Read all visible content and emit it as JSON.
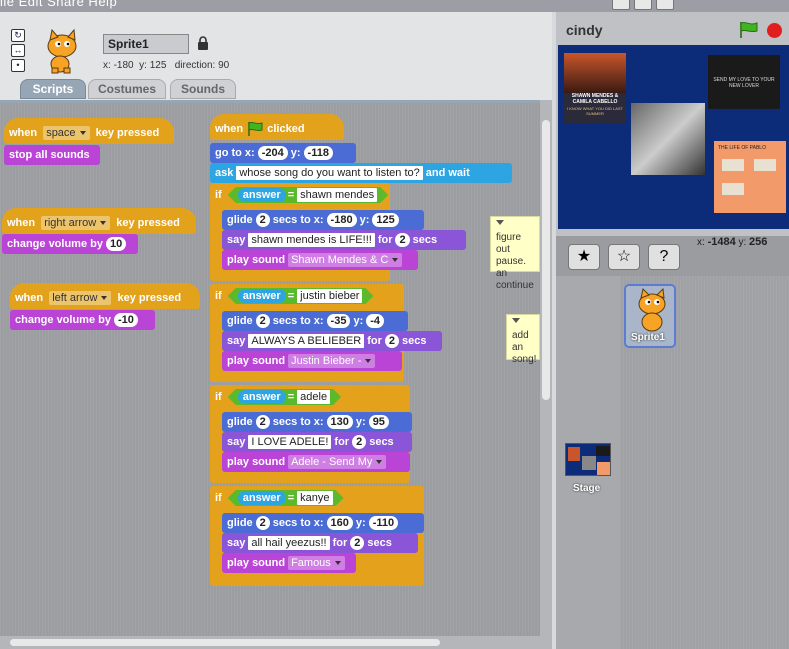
{
  "menu": {
    "partial_text": "ile  Edit  Share  Help"
  },
  "sprite": {
    "name": "Sprite1",
    "x_label": "x:",
    "x_value": "-180",
    "y_label": "y:",
    "y_value": "125",
    "direction_label": "direction:",
    "direction_value": "90"
  },
  "tabs": [
    {
      "label": "Scripts"
    },
    {
      "label": "Costumes"
    },
    {
      "label": "Sounds"
    }
  ],
  "scripts": {
    "s1": {
      "when": "when",
      "key": "space",
      "rest": "key pressed",
      "action": "stop all sounds"
    },
    "s2": {
      "when": "when",
      "key": "right arrow",
      "rest": "key pressed",
      "action": "change volume by",
      "value": "10"
    },
    "s3": {
      "when": "when",
      "key": "left arrow",
      "rest": "key pressed",
      "action": "change volume by",
      "value": "-10"
    },
    "main": {
      "hat_when": "when",
      "hat_clicked": "clicked",
      "goto": "go to x:",
      "goto_x": "-204",
      "goto_y_label": "y:",
      "goto_y": "-118",
      "ask": "ask",
      "ask_text": "whose song do you want to listen to?",
      "ask_wait": "and wait",
      "if_label": "if",
      "answer": "answer",
      "eq": "=",
      "glide": "glide",
      "secs_to_x": "secs to x:",
      "y": "y:",
      "say": "say",
      "for": "for",
      "secs": "secs",
      "play_sound": "play sound",
      "branches": [
        {
          "match": "shawn mendes",
          "glide_secs": "2",
          "x": "-180",
          "y": "125",
          "say_text": "shawn mendes is LIFE!!!",
          "say_secs": "2",
          "sound": "Shawn Mendes & C"
        },
        {
          "match": "justin bieber",
          "glide_secs": "2",
          "x": "-35",
          "y": "-4",
          "say_text": "ALWAYS A BELIEBER",
          "say_secs": "2",
          "sound": "Justin Bieber -"
        },
        {
          "match": "adele",
          "glide_secs": "2",
          "x": "130",
          "y": "95",
          "say_text": "I LOVE ADELE!",
          "say_secs": "2",
          "sound": "Adele - Send My"
        },
        {
          "match": "kanye",
          "glide_secs": "2",
          "x": "160",
          "y": "-110",
          "say_text": "all hail yeezus!!",
          "say_secs": "2",
          "sound": "Famous"
        }
      ]
    }
  },
  "comments": [
    {
      "line1": "figure out",
      "line2": "pause. an",
      "line3": "continue"
    },
    {
      "line1": "add an",
      "line2": "song!"
    }
  ],
  "stage": {
    "project_title": "cindy",
    "poster_text_1": "SHAWN MENDES & CAMILA CABELLO",
    "poster_text_1b": "I KNOW WHAT YOU DID LAST SUMMER",
    "poster_text_2": "SEND MY LOVE TO YOUR NEW LOVER",
    "poster_text_3": "THE LIFE OF PABLO"
  },
  "mouse": {
    "x_label": "x:",
    "x": "-1484",
    "y_label": "y:",
    "y": "256"
  },
  "sprite_list": {
    "sprite_label": "Sprite1",
    "stage_label": "Stage"
  },
  "colors": {
    "events": "#e2a21c",
    "sound": "#b944d6",
    "motion": "#4a6cd4",
    "looks": "#8a55d7",
    "sensing": "#2ca5e2",
    "operators": "#5bba2b",
    "stage_bg": "#0c2b78"
  }
}
